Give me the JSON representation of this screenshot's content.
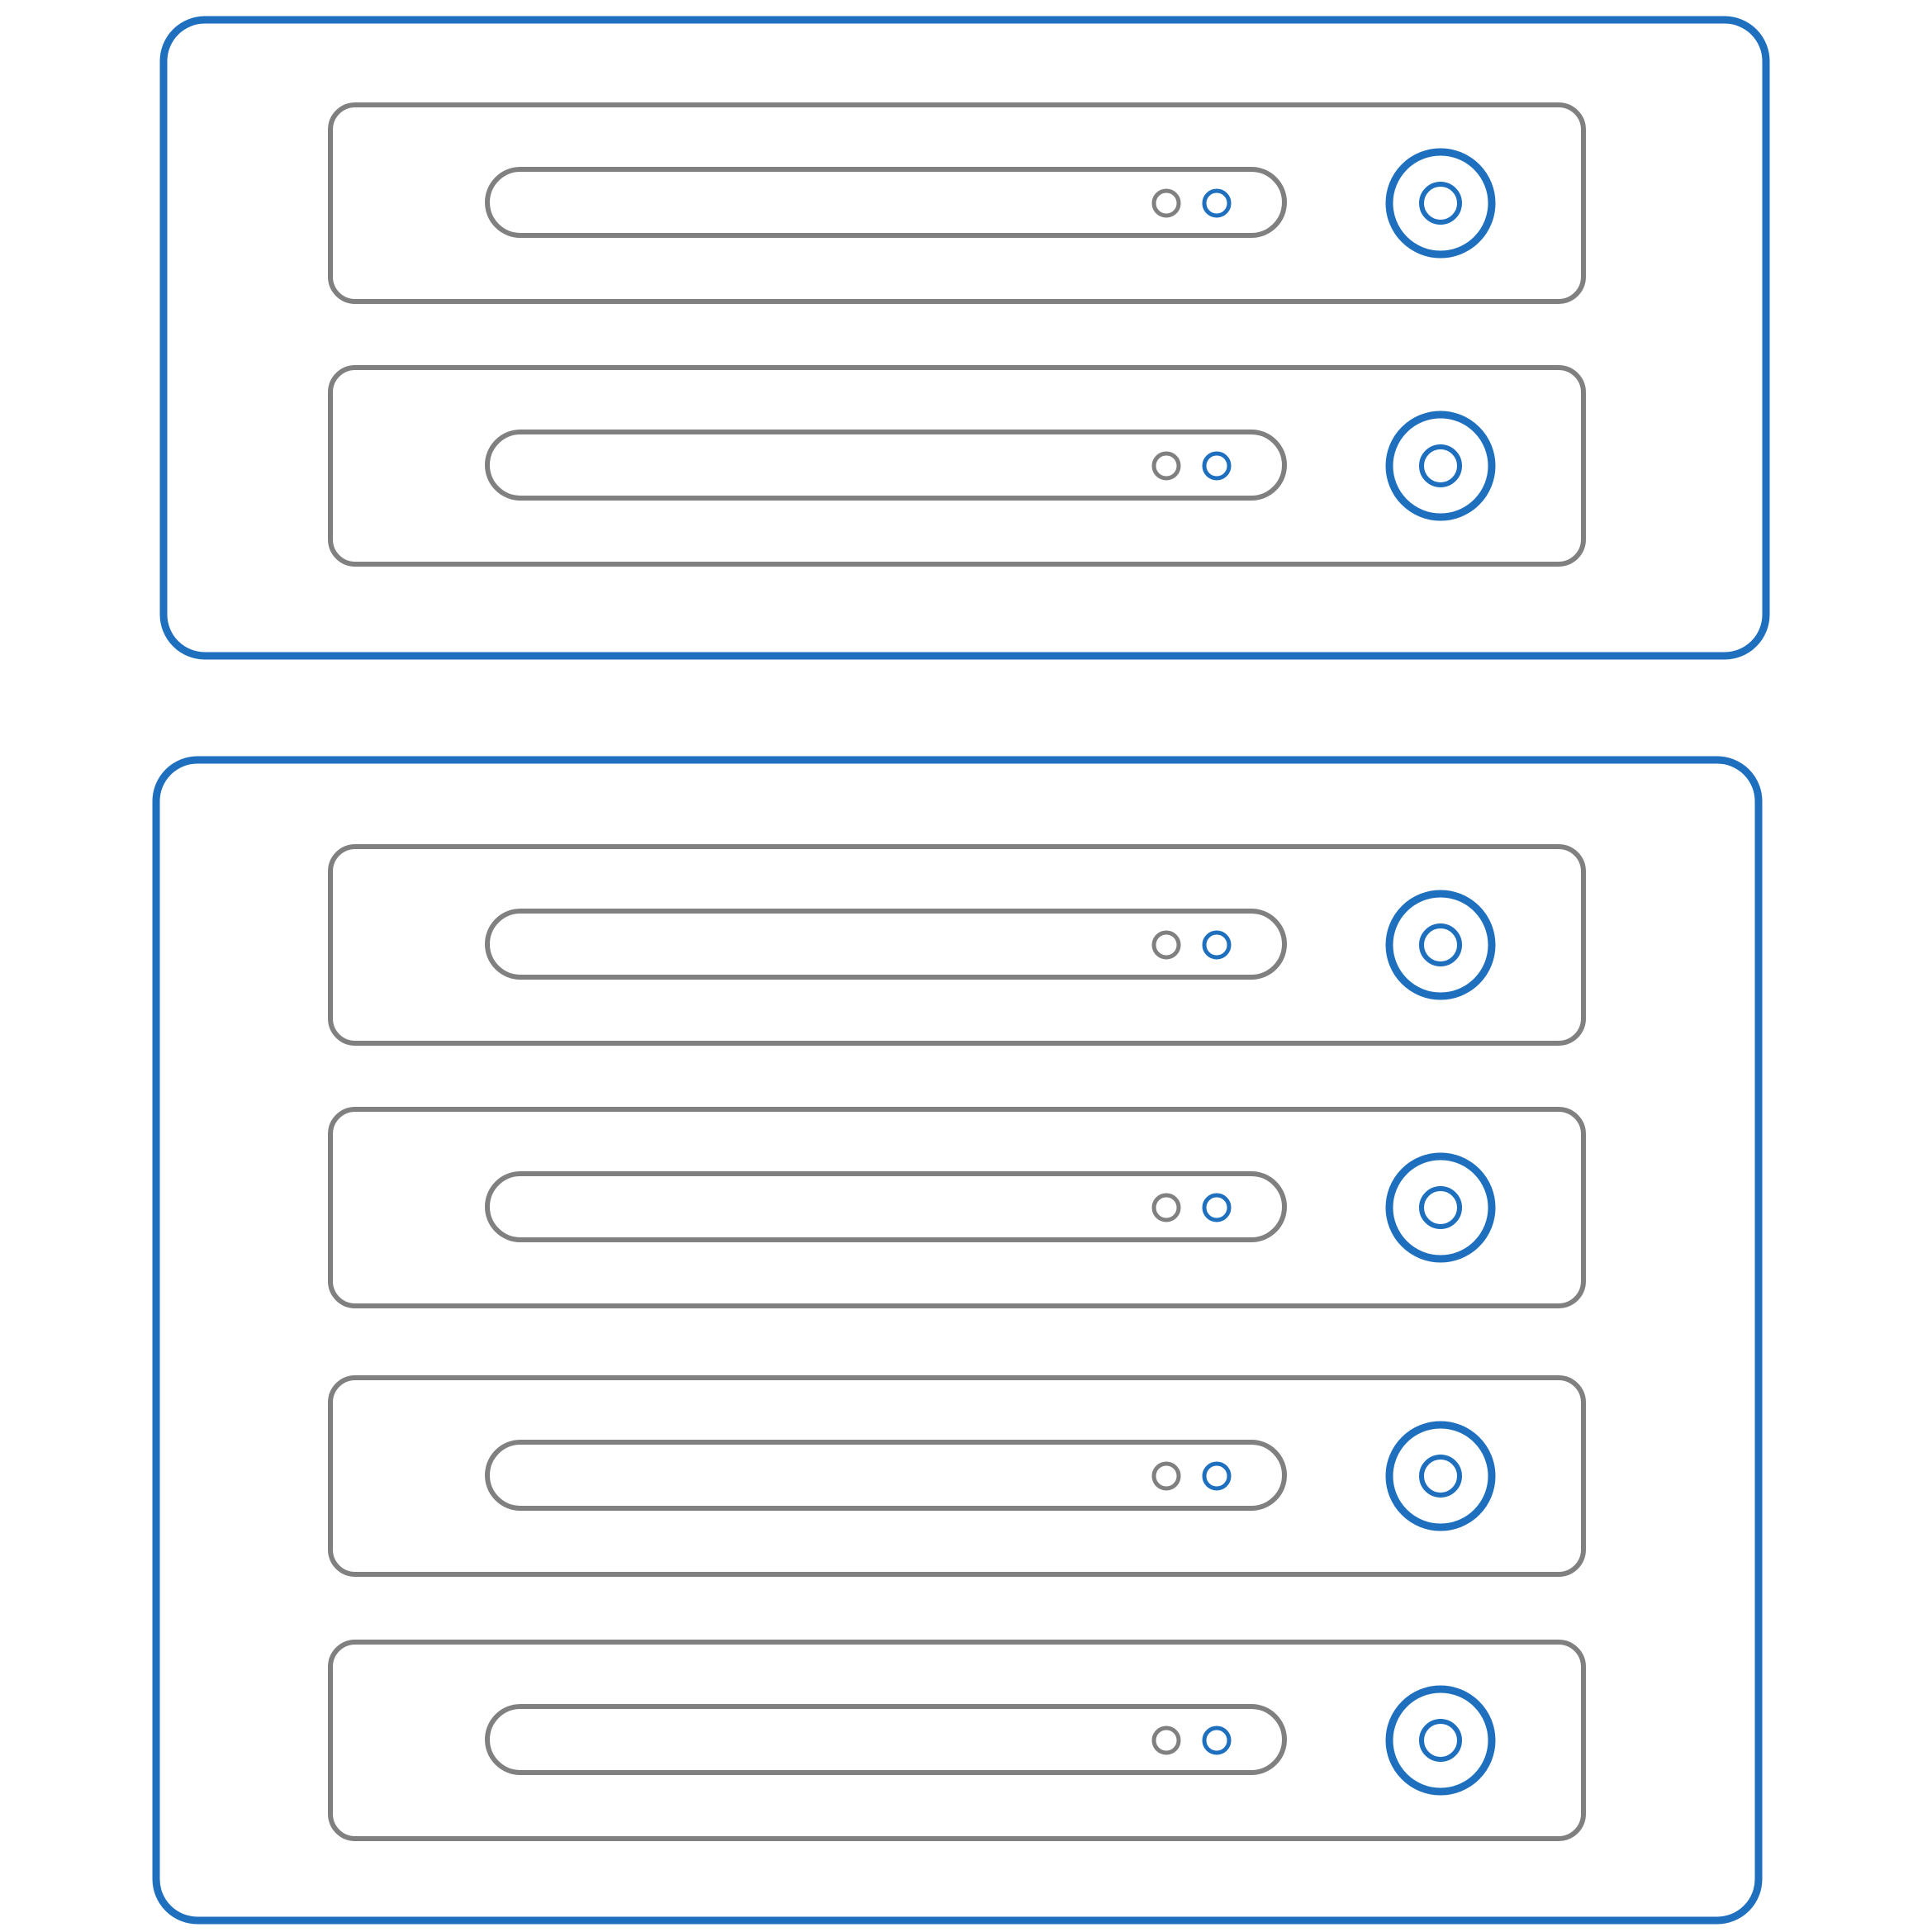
{
  "colors": {
    "accent": "#1f6fbf",
    "neutral": "#808080",
    "background": "#ffffff"
  },
  "icons": {
    "enclosure": "server-enclosure-icon",
    "drive_bay": "drive-bay-icon",
    "power_button": "power-button-icon",
    "status_led": "status-led-icon"
  },
  "enclosures": [
    {
      "name": "enclosure-top",
      "drives": [
        {
          "name": "drive-1"
        },
        {
          "name": "drive-2"
        }
      ]
    },
    {
      "name": "enclosure-bottom",
      "drives": [
        {
          "name": "drive-1"
        },
        {
          "name": "drive-2"
        },
        {
          "name": "drive-3"
        },
        {
          "name": "drive-4"
        }
      ]
    }
  ]
}
